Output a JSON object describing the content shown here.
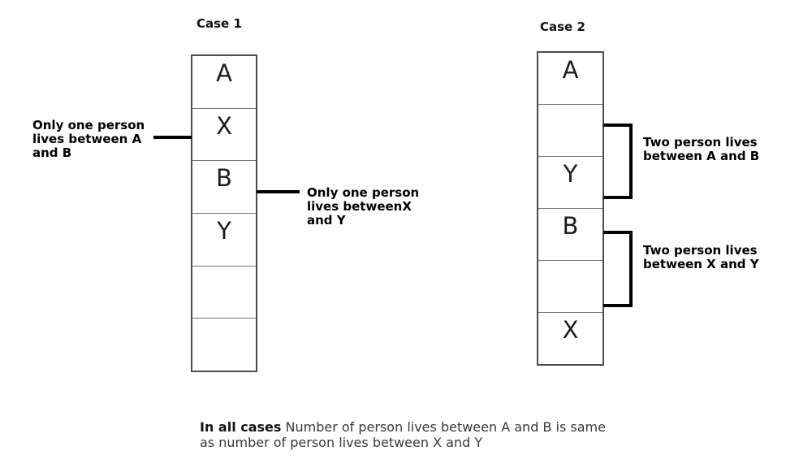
{
  "case1": {
    "title": "Case 1",
    "cells": [
      "A",
      "X",
      "B",
      "Y",
      "",
      ""
    ],
    "left_note_lines": [
      "Only one person",
      "lives between A",
      "and B"
    ],
    "right_note_lines": [
      "Only one person",
      "lives betweenX",
      "and Y"
    ]
  },
  "case2": {
    "title": "Case 2",
    "cells": [
      "A",
      "",
      "Y",
      "B",
      "",
      "X"
    ],
    "bracket1_note_lines": [
      "Two person lives",
      "between A and B"
    ],
    "bracket2_note_lines": [
      "Two person lives",
      "between X and Y"
    ]
  },
  "footer": {
    "bold_text": "In all cases",
    "text_line1": " Number of person lives between A and B is same",
    "text_line2": "as number of person lives between X and Y"
  },
  "colors": {
    "connector_line": "#000000",
    "outer_border": "#4b4b4b",
    "inner_border": "#767676",
    "text": "#000000",
    "footer_text": "#383838",
    "background": "#ffffff"
  }
}
